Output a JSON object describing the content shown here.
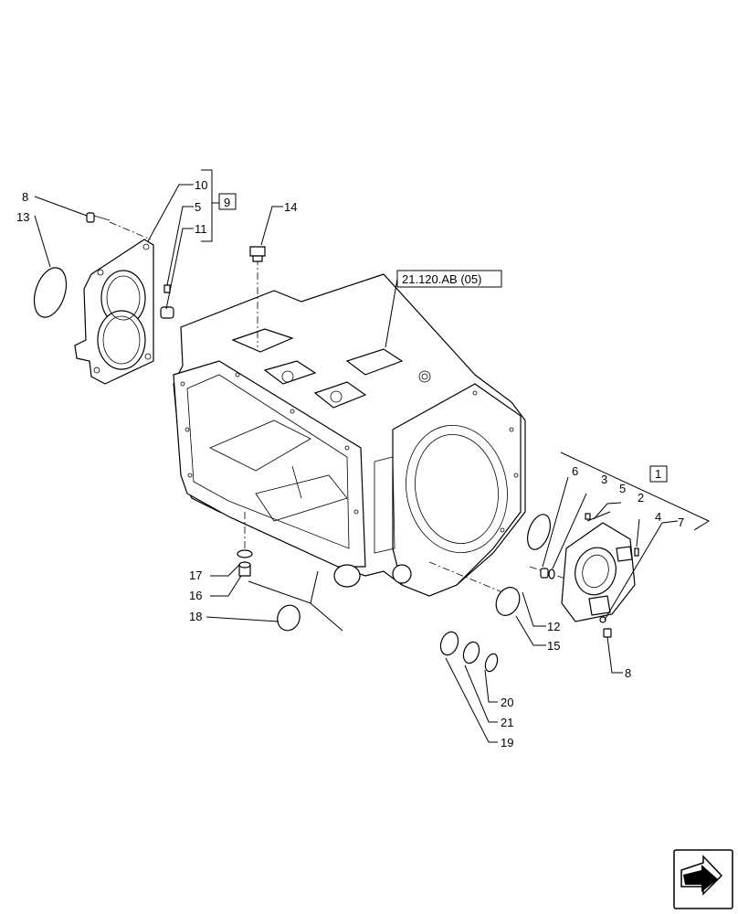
{
  "callouts": {
    "c8a": "8",
    "c13": "13",
    "c10": "10",
    "c5a": "5",
    "c11": "11",
    "c9": "9",
    "c14": "14",
    "ref": "21.120.AB (05)",
    "c1": "1",
    "c6": "6",
    "c3": "3",
    "c5b": "5",
    "c2": "2",
    "c4": "4",
    "c7": "7",
    "c17": "17",
    "c16": "16",
    "c18": "18",
    "c12": "12",
    "c15": "15",
    "c8b": "8",
    "c20": "20",
    "c21": "21",
    "c19": "19"
  },
  "icons": {
    "nav": "next-page-arrow-icon"
  }
}
